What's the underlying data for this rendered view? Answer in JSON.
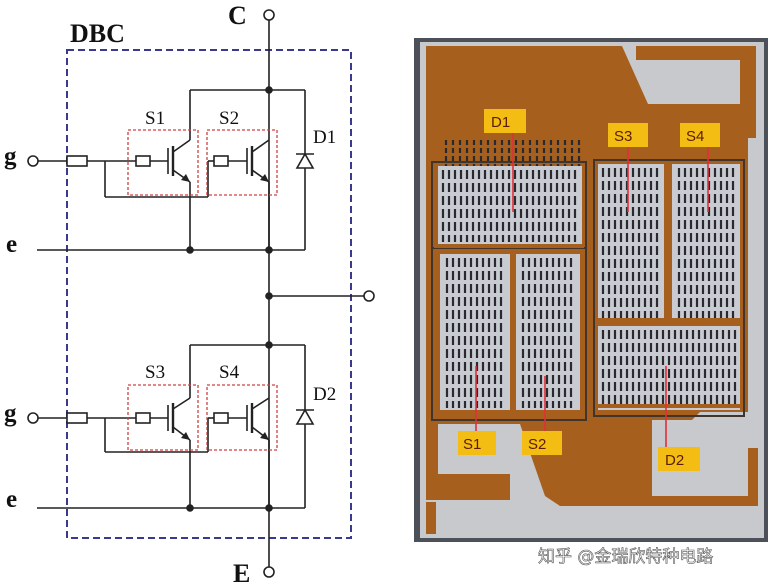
{
  "schematic": {
    "dbc_label": "DBC",
    "terminal_top": "C",
    "terminal_bottom": "E",
    "gate_upper": "g",
    "emitter_upper": "e",
    "gate_lower": "g",
    "emitter_lower": "e",
    "switches": [
      "S1",
      "S2",
      "S3",
      "S4"
    ],
    "diodes": [
      "D1",
      "D2"
    ]
  },
  "photo": {
    "labels": {
      "d1": "D1",
      "s3": "S3",
      "s4": "S4",
      "s1": "S1",
      "s2": "S2",
      "d2": "D2"
    },
    "colors": {
      "copper": "#a75f1e",
      "die": "#c8ccd2",
      "tag": "#f4bd14",
      "marker": "#e2303a"
    }
  },
  "watermark": "知乎 @金瑞欣特种电路"
}
